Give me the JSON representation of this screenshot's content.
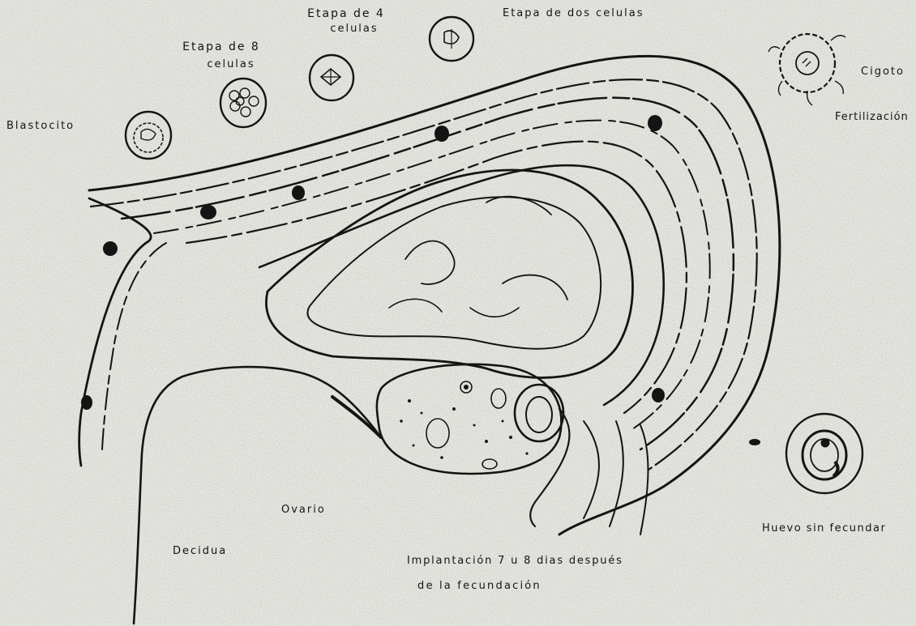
{
  "labels": {
    "blastocito": "Blastocito",
    "etapa_8_line1": "Etapa de 8",
    "etapa_8_line2": "celulas",
    "etapa_4_line1": "Etapa de 4",
    "etapa_4_line2": "celulas",
    "etapa_dos": "Etapa de dos celulas",
    "cigoto": "Cigoto",
    "fertilizacion": "Fertilización",
    "huevo_sin_fecundar": "Huevo sin fecundar",
    "ovario": "Ovario",
    "decidua": "Decidua",
    "implantacion_line1": "Implantación 7 u 8 dias después",
    "implantacion_line2": "de la fecundación"
  },
  "colors": {
    "ink": "#141414",
    "paper": "#e9e9e4"
  }
}
